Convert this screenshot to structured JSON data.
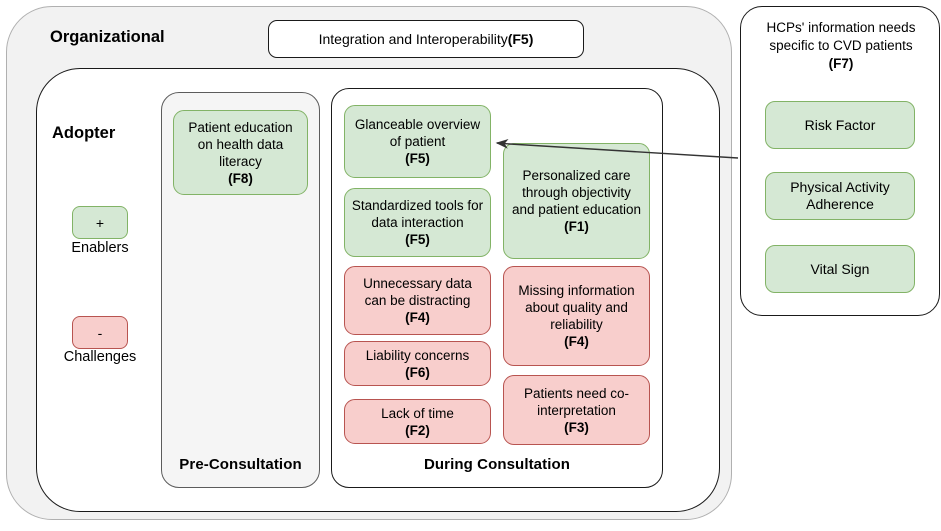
{
  "diagram": {
    "outer_container": {
      "label": "Organizational"
    },
    "inner_container": {
      "label": "Adopter"
    },
    "top_node": {
      "text": "Integration and Interoperability ",
      "code": "(F5)"
    },
    "legend": {
      "enabler": {
        "symbol": "+",
        "caption": "Enablers"
      },
      "challenge": {
        "symbol": "-",
        "caption": "Challenges"
      }
    },
    "phases": [
      {
        "id": "pre-consultation",
        "label": "Pre-Consultation",
        "nodes": [
          {
            "id": "f8",
            "kind": "enabler",
            "text": "Patient education on health data literacy",
            "code": "(F8)"
          }
        ]
      },
      {
        "id": "during-consultation",
        "label": "During Consultation",
        "nodes": [
          {
            "id": "f5a",
            "kind": "enabler",
            "text": "Glanceable overview of patient",
            "code": "(F5)"
          },
          {
            "id": "f5b",
            "kind": "enabler",
            "text": "Standardized tools for data interaction",
            "code": "(F5)"
          },
          {
            "id": "f1",
            "kind": "enabler",
            "text": "Personalized care through objectivity and patient education",
            "code": "(F1)"
          },
          {
            "id": "f4a",
            "kind": "challenge",
            "text": "Unnecessary data can be distracting",
            "code": "(F4)"
          },
          {
            "id": "f4b",
            "kind": "challenge",
            "text": "Missing information about quality and reliability",
            "code": "(F4)"
          },
          {
            "id": "f6",
            "kind": "challenge",
            "text": "Liability concerns",
            "code": "(F6)"
          },
          {
            "id": "f3",
            "kind": "challenge",
            "text": "Patients need co-interpretation",
            "code": "(F3)"
          },
          {
            "id": "f2",
            "kind": "challenge",
            "text": "Lack of time",
            "code": "(F2)"
          }
        ]
      }
    ],
    "side_panel": {
      "title": "HCPs' information needs specific to CVD patients",
      "code": "(F7)",
      "items": [
        {
          "id": "risk-factor",
          "label": "Risk Factor"
        },
        {
          "id": "physical-activity-adherence",
          "label": "Physical Activity Adherence"
        },
        {
          "id": "vital-sign",
          "label": "Vital Sign"
        }
      ]
    },
    "connector": {
      "name": "arrow-side-panel-to-glanceable-overview"
    },
    "colors": {
      "enabler_fill": "#d5e8d4",
      "enabler_border": "#82b366",
      "challenge_fill": "#f8cecc",
      "challenge_border": "#b85450",
      "organizational_fill": "#f2f2f2",
      "phase_pre_fill": "#f5f5f5",
      "stroke": "#1a1a1a"
    }
  }
}
